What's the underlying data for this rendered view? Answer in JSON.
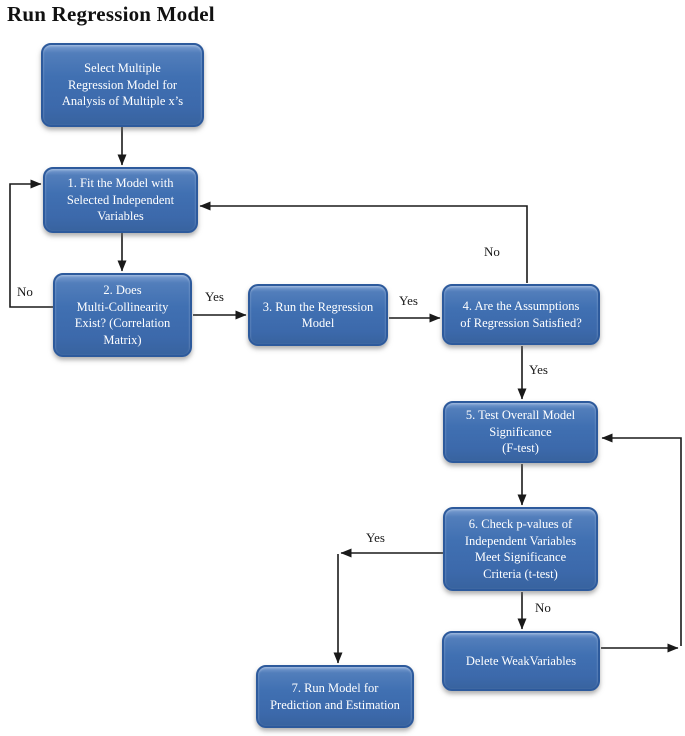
{
  "title": "Run Regression Model",
  "colors": {
    "node_fill": "#4070b2",
    "node_fill_highlight": "#7b9fd2",
    "node_border": "#2d5a9c",
    "node_text": "#ffffff",
    "arrow": "#1a1a1a",
    "edge_label_text": "#1a1a1a",
    "background": "#ffffff"
  },
  "diagram": {
    "nodes": [
      {
        "id": "select-model",
        "label": "Select Multiple\nRegression Model for\nAnalysis of Multiple x’s"
      },
      {
        "id": "fit-model",
        "label": "1. Fit the Model with\nSelected Independent\nVariables"
      },
      {
        "id": "multicollinearity",
        "label": "2. Does\nMulti-Collinearity\nExist? (Correlation\nMatrix)"
      },
      {
        "id": "run-regression",
        "label": "3. Run the Regression\nModel"
      },
      {
        "id": "assumptions",
        "label": "4. Are the Assumptions\nof Regression Satisfied?"
      },
      {
        "id": "overall-significance",
        "label": "5. Test Overall Model\nSignificance\n(F-test)"
      },
      {
        "id": "pvalues",
        "label": "6. Check p-values of\nIndependent Variables\nMeet Significance\nCriteria (t-test)"
      },
      {
        "id": "delete-weak",
        "label": "Delete WeakVariables"
      },
      {
        "id": "run-prediction",
        "label": "7. Run Model for\nPrediction and Estimation"
      }
    ],
    "edge_labels": [
      {
        "id": "no-collinearity-loop",
        "text": "No"
      },
      {
        "id": "yes-collinearity",
        "text": "Yes"
      },
      {
        "id": "yes-run-model",
        "text": "Yes"
      },
      {
        "id": "no-assumptions-loop",
        "text": "No"
      },
      {
        "id": "yes-assumptions",
        "text": "Yes"
      },
      {
        "id": "yes-significance",
        "text": "Yes"
      },
      {
        "id": "no-significance",
        "text": "No"
      }
    ]
  }
}
